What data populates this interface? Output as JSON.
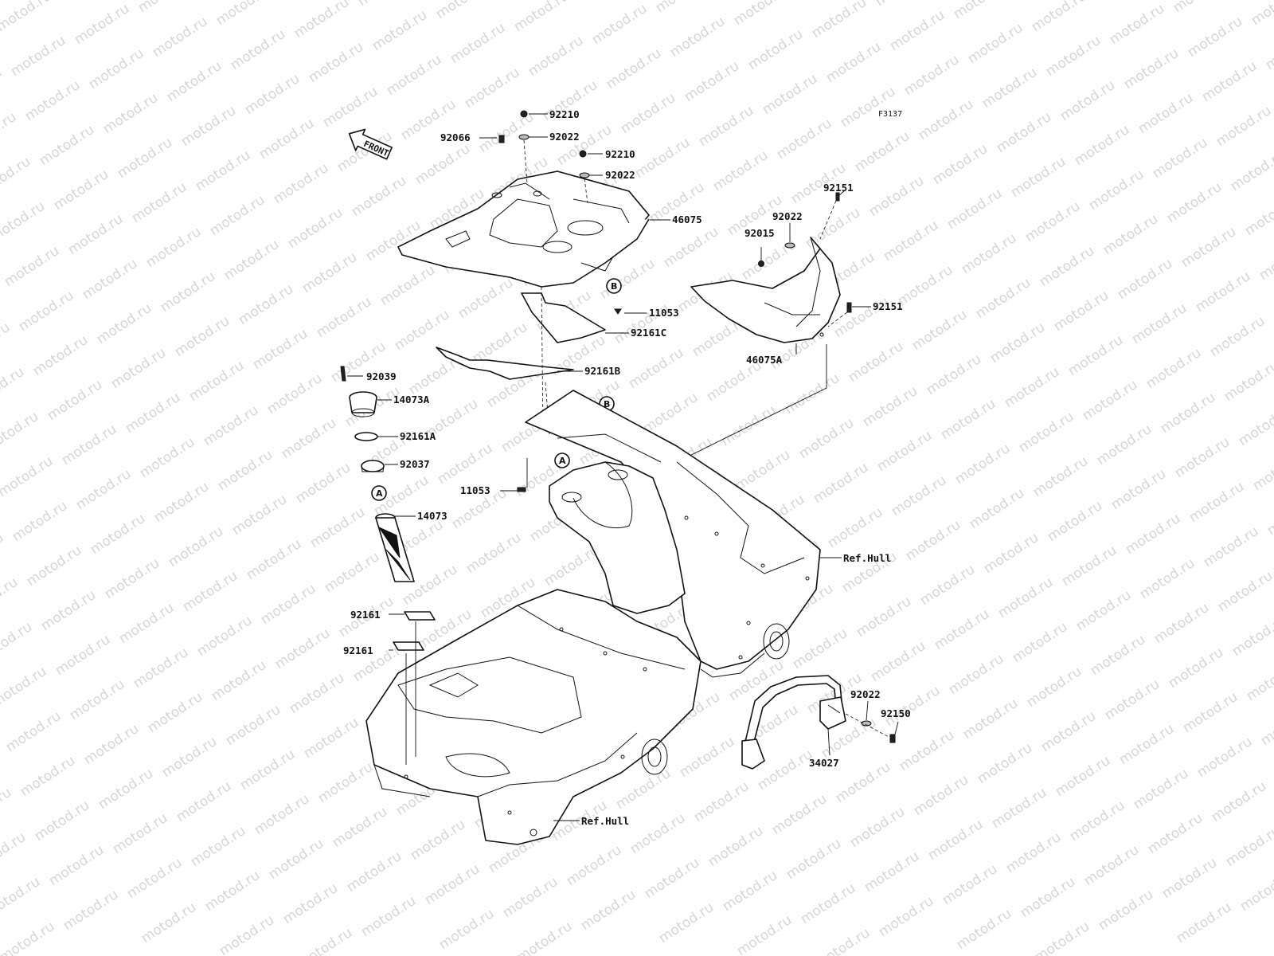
{
  "watermark": "motod.ru",
  "figure_code": "F3137",
  "front_label": "FRONT",
  "circle_a": "A",
  "circle_b": "B",
  "labels": {
    "p92210_top": "92210",
    "p92022_top": "92022",
    "p92066": "92066",
    "p92210_mid": "92210",
    "p92022_mid": "92022",
    "p46075": "46075",
    "p11053_right": "11053",
    "p92161C": "92161C",
    "p92161B": "92161B",
    "p92039": "92039",
    "p14073A": "14073A",
    "p92161A": "92161A",
    "p92037": "92037",
    "p14073": "14073",
    "p11053_left": "11053",
    "p92151_top": "92151",
    "p92022_right": "92022",
    "p92015": "92015",
    "p92151_mid": "92151",
    "p46075A": "46075A",
    "ref_hull_right": "Ref.Hull",
    "ref_hull_bottom": "Ref.Hull",
    "p92161_1": "92161",
    "p92161_2": "92161",
    "p92022_bottom": "92022",
    "p92150": "92150",
    "p34027": "34027"
  }
}
